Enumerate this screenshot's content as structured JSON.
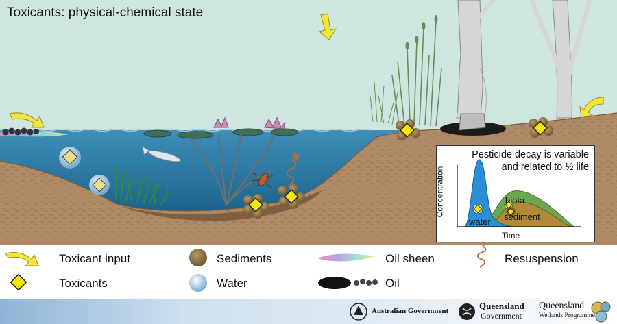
{
  "title": "Toxicants: physical-chemical state",
  "inset": {
    "title_line1": "Pesticide decay is variable",
    "title_line2": "and related to ½ life",
    "y_axis_label": "Concentration",
    "x_axis_label": "Time",
    "curve_labels": {
      "water": "water",
      "biota": "biota",
      "sediment": "sediment"
    },
    "colors": {
      "water": "#2b8fd6",
      "biota": "#6aa84f",
      "sediment": "#b08a3a"
    }
  },
  "legend": {
    "toxicant_input": "Toxicant input",
    "sediments": "Sediments",
    "oil_sheen": "Oil sheen",
    "resuspension": "Resuspension",
    "toxicants": "Toxicants",
    "water": "Water",
    "oil": "Oil"
  },
  "footer": {
    "australian_government": "Australian Government",
    "qld_government_line1": "Queensland",
    "qld_government_line2": "Government",
    "qld_wetlands_line1": "Queensland",
    "qld_wetlands_line2": "Wetlands Programme"
  },
  "colors": {
    "sky": "#cfe6e0",
    "water": "#1f6e96",
    "soil": "#b08a66",
    "toxicant": "#ffe600",
    "arrow": "#f2e63a"
  }
}
